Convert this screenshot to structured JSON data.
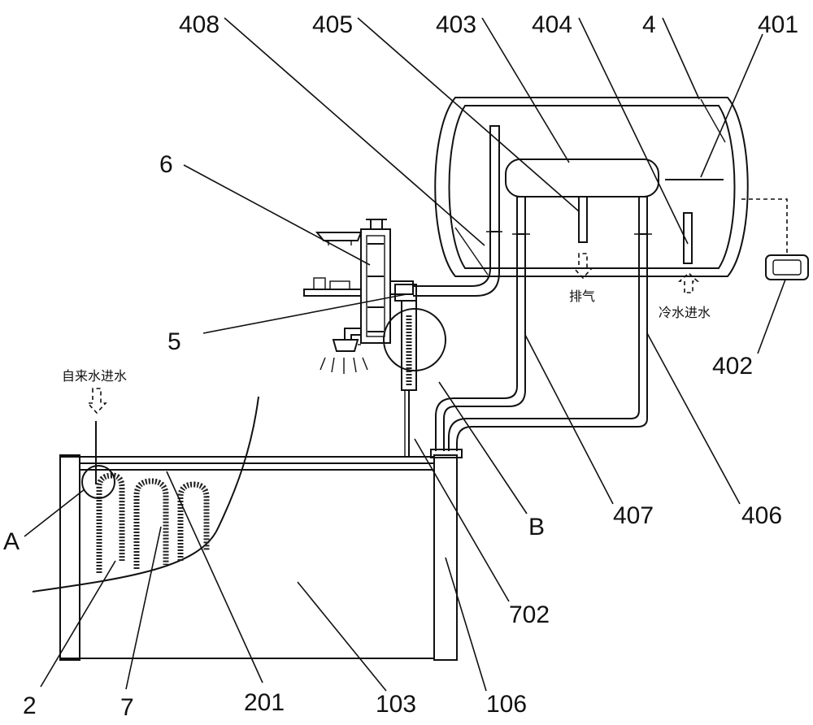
{
  "labels": {
    "l408": "408",
    "l405": "405",
    "l403": "403",
    "l404": "404",
    "l4": "4",
    "l401": "401",
    "l6": "6",
    "l5": "5",
    "l402": "402",
    "lA": "A",
    "lB": "B",
    "l407": "407",
    "l406": "406",
    "l702": "702",
    "l2": "2",
    "l7": "7",
    "l201": "201",
    "l103": "103",
    "l106": "106"
  },
  "annotations": {
    "tap_water_inlet": "自来水进水",
    "exhaust": "排气",
    "cold_water_inlet": "冷水进水"
  }
}
